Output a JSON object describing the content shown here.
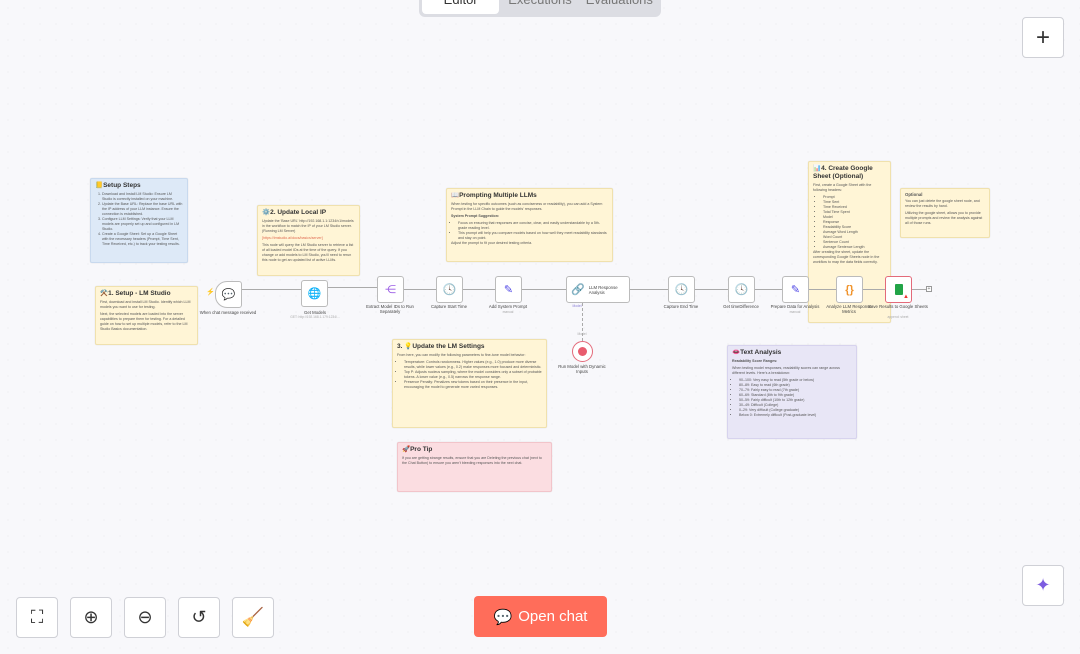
{
  "tabs": [
    {
      "label": "Editor",
      "active": true
    },
    {
      "label": "Executions"
    },
    {
      "label": "Evaluations"
    }
  ],
  "notes": {
    "setup_steps": {
      "title": "📒Setup Steps",
      "items": [
        "Download and Install LM Studio: Ensure LM Studio is correctly installed on your machine.",
        "Update the Base URL: Replace the base URL with the IP address of your LLM instance. Ensure the connection is established.",
        "Configure LLM Settings: Verify that your LLM models are properly set up and configured in LM Studio.",
        "Create a Google Sheet: Set up a Google Sheet with the necessary headers (Prompt, Time Sent, Time Received, etc.) to track your testing results."
      ]
    },
    "setup_lm": {
      "title": "⚒️1. Setup - LM Studio",
      "p1": "First, download and install LM Studio. Identify which LLM models you want to use for testing.",
      "p2": "Next, the selected models are loaded into the server capabilities to prepare them for testing. For a detailed guide on how to set up multiple models, refer to the LM Studio Basics documentation."
    },
    "local_ip": {
      "title": "⚙️2. Update Local IP",
      "p1": "Update the 'Base URL' http://192.168.1.1:1234/v1/models in the workflow to match the IP of your LM Studio server. (Running LM Server)",
      "link": "[https://lmstudio.ai/docs/basics/server]",
      "p2": "This node will query the LM Studio server to retrieve a list of all loaded model IDs at the time of the query. If you change or add models to LM Studio, you'll need to rerun this node to get an updated list of active LLMs."
    },
    "prompting": {
      "title": "📖Prompting Multiple LLMs",
      "p1": "When testing for specific outcomes (such as conciseness or readability), you can add a System Prompt in the LLM Chain to guide the models' responses.",
      "sub": "System Prompt Suggestion:",
      "items": [
        "Focus on ensuring that responses are concise, clear, and easily understandable by a 5th-grade reading level.",
        "This prompt will help you compare models based on how well they meet readability standards and stay on point."
      ],
      "p2": "Adjust the prompt to fit your desired testing criteria."
    },
    "google_sheet": {
      "title": "📊4. Create Google Sheet (Optional)",
      "step1": "First, create a Google Sheet with the following headers:",
      "headers": [
        "Prompt",
        "Time Sent",
        "Time Received",
        "Total Time Spent",
        "Model",
        "Response",
        "Readability Score",
        "Average Word Length",
        "Word Count",
        "Sentence Count",
        "Average Sentence Length"
      ],
      "step2": "After creating the sheet, update the corresponding Google Sheets node in the workflow to map the data fields correctly."
    },
    "optional": {
      "title": "Optional",
      "p1": "You can just delete the google sheet node, and review the results by hand.",
      "p2": "Utilizing the google sheet, allows you to provide multiple prompts and review the analysis against all of those runs."
    },
    "lm_settings": {
      "title": "3. 💡Update the LM Settings",
      "p1": "From here, you can modify the following parameters to fine-tune model behavior:",
      "items": [
        "Temperature: Controls randomness. Higher values (e.g., 1.0) produce more diverse results, while lower values (e.g., 0.2) make responses more focused and deterministic.",
        "Top P: Adjusts nucleus sampling, where the model considers only a subset of probable tokens. A lower value (e.g., 0.5) narrows the response range.",
        "Presence Penalty: Penalizes new tokens based on their presence in the input, encouraging the model to generate more varied responses."
      ]
    },
    "pro_tip": {
      "title": "🚀Pro Tip",
      "p1": "If you are getting strange results, ensure that you are Deleting the previous chat (next to the Chat Button) to ensure you aren't bleeding responses into the next chat."
    },
    "text_analysis": {
      "title": "👄Text Analysis",
      "sub": "Readability Score Ranges:",
      "p1": "When testing model responses, readability scores can range across different levels. Here's a breakdown:",
      "items": [
        "90–100: Very easy to read (5th grade or below)",
        "80–89: Easy to read (6th grade)",
        "70–79: Fairly easy to read (7th grade)",
        "60–69: Standard (8th to 9th grade)",
        "50–59: Fairly difficult (10th to 12th grade)",
        "30–49: Difficult (College)",
        "0–29: Very difficult (College graduate)",
        "Below 0: Extremely difficult (Post-graduate level)"
      ]
    }
  },
  "nodes": {
    "chat": {
      "label": "When chat message received",
      "icon": "chat-icon"
    },
    "get_models": {
      "label": "Get Models",
      "sub": "GET: http://192.168.1.179:1234/..."
    },
    "extract": {
      "label": "Extract Model IDs to Run Separately"
    },
    "start": {
      "label": "Capture Start Time"
    },
    "system_prompt": {
      "label": "Add System Prompt",
      "sub": "manual"
    },
    "llm": {
      "label": "LLM Response Analysis",
      "sub": "Model"
    },
    "run_model": {
      "label": "Run Model with Dynamic Inputs",
      "sub": "Model"
    },
    "end": {
      "label": "Capture End Time"
    },
    "diff": {
      "label": "Get timeDifference"
    },
    "prepare": {
      "label": "Prepare Data for Analysis",
      "sub": "manual"
    },
    "analyze": {
      "label": "Analyze LLM Response Metrics"
    },
    "save": {
      "label": "Save Results to Google Sheets",
      "sub": "append: sheet"
    }
  },
  "open_chat": "Open chat",
  "colors": {
    "accent": "#ff6d5a",
    "clock": "#1e8e4e",
    "pencil": "#4f46e5",
    "sheets": "#22a447"
  }
}
